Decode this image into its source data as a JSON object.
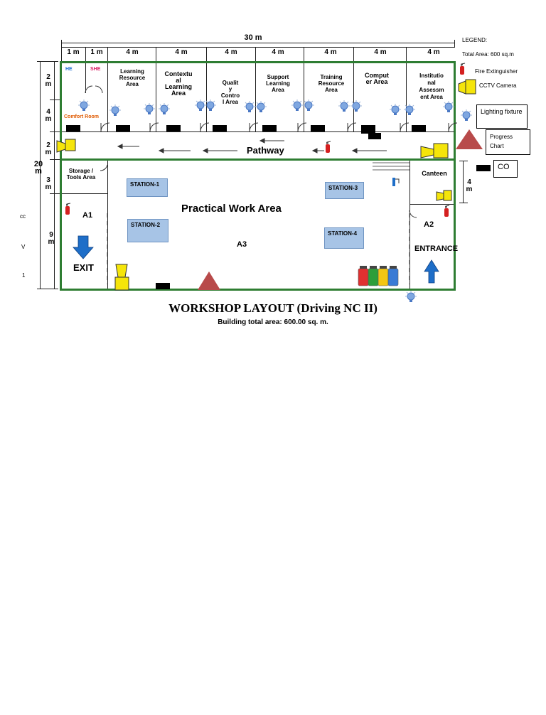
{
  "dimensions": {
    "top_total": "30 m",
    "top_segments": [
      "1 m",
      "1 m",
      "4 m",
      "4 m",
      "4 m",
      "4 m",
      "4 m",
      "4 m",
      "4 m"
    ],
    "left_total": "20 m",
    "left_segments": [
      "2 m",
      "4 m",
      "2 m",
      "3 m",
      "9 m"
    ],
    "right_segment": "4 m"
  },
  "stray_marks": [
    "cc",
    "V",
    "1"
  ],
  "rooms": {
    "he": "HE",
    "she": "SHE",
    "comfort_room": "Comfort Room",
    "learning_resource": "Learning Resource Area",
    "contextual": "Contextu al Learning Area",
    "quality_control": "Qualit y Contro l Area",
    "support_learning": "Support Learning Area",
    "training_resource": "Training Resource Area",
    "computer": "Comput er Area",
    "institutional": "Institutio nal Assessm ent Area",
    "storage": "Storage / Tools Area",
    "canteen": "Canteen"
  },
  "pathway": "Pathway",
  "work_area": {
    "title": "Practical Work Area",
    "stations": [
      "STATION-1",
      "STATION-2",
      "STATION-3",
      "STATION-4"
    ],
    "a1": "A1",
    "a2": "A2",
    "a3": "A3",
    "exit": "EXIT",
    "entrance": "ENTRANCE"
  },
  "legend": {
    "title": "LEGEND:",
    "total_area": "Total Area: 600 sq.m",
    "fire_extinguisher": "Fire Extinguisher",
    "cctv": "CCTV Camera",
    "lighting": "Lighting fixture",
    "progress_chart": "Progress Chart",
    "co": "CO"
  },
  "caption": {
    "title": "WORKSHOP LAYOUT (Driving NC II)",
    "subtitle": "Building total area:  600.00 sq. m."
  },
  "colors": {
    "wall": "#2e7d32",
    "station": "#a7c4e6",
    "cctv": "#f5e50a",
    "progress": "#b84a4a",
    "extinguisher": "#d42020",
    "he": "#1f6fd1",
    "she": "#d81b60",
    "comfort": "#e05a00",
    "arrow_blue": "#1e6ec8"
  }
}
